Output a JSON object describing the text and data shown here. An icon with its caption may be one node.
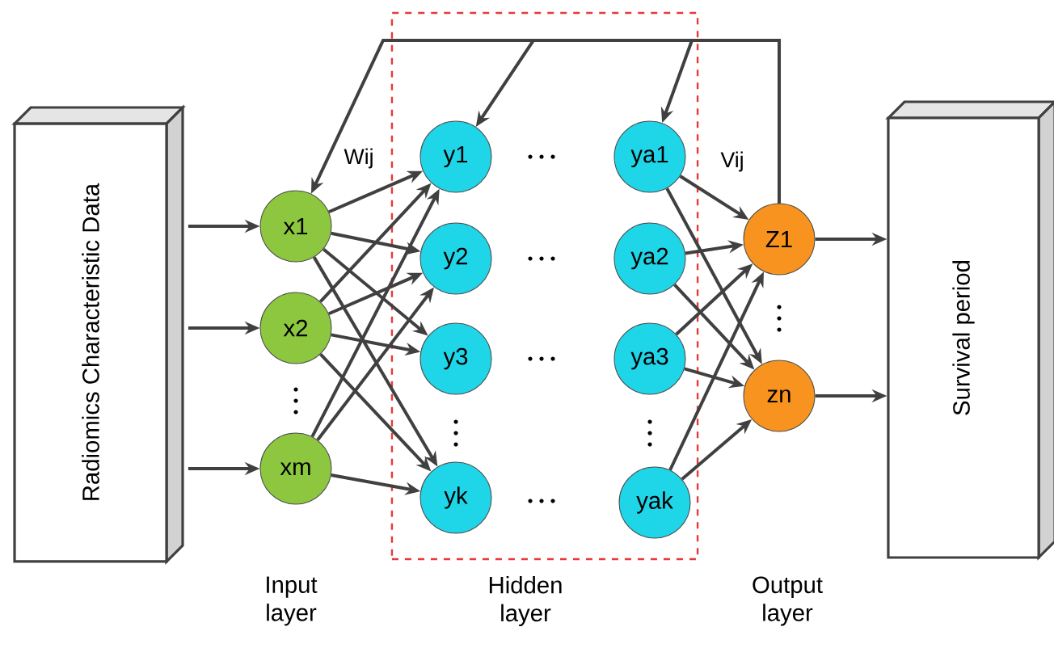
{
  "diagram": {
    "nodes": [
      {
        "text": [
          "Radiomics Characteristic Data"
        ]
      },
      {
        "text": [
          "x1"
        ]
      },
      {
        "text": [
          "x2"
        ]
      },
      {
        "text": [
          "xm"
        ]
      },
      {
        "text": [
          "Hidden layer"
        ]
      },
      {
        "text": [
          "y1"
        ],
        "in": 4
      },
      {
        "text": [
          "y2"
        ],
        "in": 4
      },
      {
        "text": [
          "y3"
        ],
        "in": 4
      },
      {
        "text": [
          "yk"
        ],
        "in": 4
      },
      {
        "text": [
          "ya1"
        ],
        "in": 4
      },
      {
        "text": [
          "ya2"
        ],
        "in": 4
      },
      {
        "text": [
          "ya3"
        ],
        "in": 4
      },
      {
        "text": [
          "yak"
        ],
        "in": 4
      },
      {
        "text": [
          "Z1"
        ]
      },
      {
        "text": [
          "zn"
        ]
      },
      {
        "text": [
          "Survival period"
        ]
      }
    ],
    "edges": [
      {
        "from": 0,
        "to": 1,
        "arrow": "to"
      },
      {
        "from": 0,
        "to": 2,
        "arrow": "to"
      },
      {
        "from": 0,
        "to": 3,
        "arrow": "to"
      },
      {
        "from": 1,
        "to": 5,
        "arrow": "to"
      },
      {
        "from": 1,
        "to": 6,
        "arrow": "to"
      },
      {
        "from": 1,
        "to": 7,
        "arrow": "to"
      },
      {
        "from": 1,
        "to": 8,
        "arrow": "to"
      },
      {
        "from": 2,
        "to": 5,
        "arrow": "to"
      },
      {
        "from": 2,
        "to": 6,
        "arrow": "to"
      },
      {
        "from": 2,
        "to": 7,
        "arrow": "to"
      },
      {
        "from": 2,
        "to": 8,
        "arrow": "to"
      },
      {
        "from": 3,
        "to": 5,
        "arrow": "to"
      },
      {
        "from": 3,
        "to": 6,
        "arrow": "to"
      },
      {
        "from": 3,
        "to": 8,
        "arrow": "to"
      },
      {
        "from": 9,
        "to": 13,
        "arrow": "to"
      },
      {
        "from": 9,
        "to": 14,
        "arrow": "to"
      },
      {
        "from": 10,
        "to": 13,
        "arrow": "to"
      },
      {
        "from": 10,
        "to": 14,
        "arrow": "to"
      },
      {
        "from": 11,
        "to": 13,
        "arrow": "to"
      },
      {
        "from": 11,
        "to": 14,
        "arrow": "to"
      },
      {
        "from": 12,
        "to": 13,
        "arrow": "to"
      },
      {
        "from": 12,
        "to": 14,
        "arrow": "to"
      },
      {
        "from": 13,
        "to": 15,
        "arrow": "to"
      },
      {
        "from": 14,
        "to": 15,
        "arrow": "to"
      },
      {
        "from": 13,
        "to": 1,
        "arrow": "to"
      },
      {
        "from": 13,
        "to": 5,
        "arrow": "to"
      },
      {
        "from": 13,
        "to": 9,
        "arrow": "to"
      }
    ],
    "labels": [
      "Wij",
      "Vij",
      "Input layer",
      "Output layer"
    ]
  }
}
